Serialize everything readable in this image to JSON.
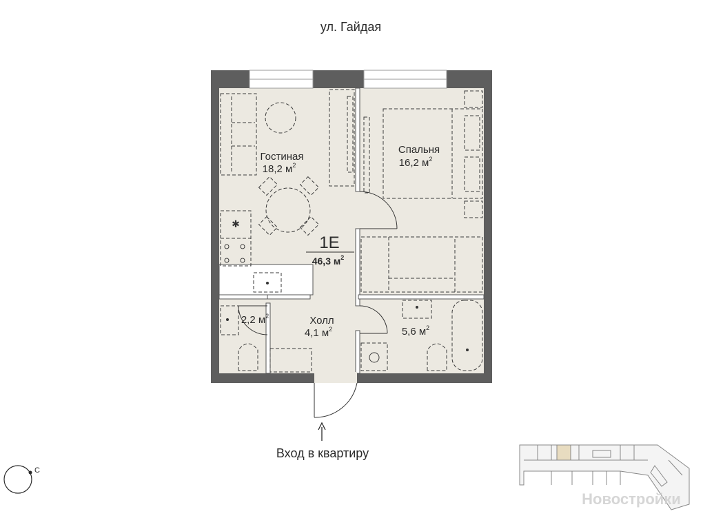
{
  "street": "ул. Гайдая",
  "apartment": {
    "code": "1E",
    "area_value": "46,3 м",
    "area_sup": "2"
  },
  "rooms": {
    "living": {
      "name": "Гостиная",
      "area": "18,2 м",
      "sup": "2"
    },
    "bedroom": {
      "name": "Спальня",
      "area": "16,2 м",
      "sup": "2"
    },
    "hall": {
      "name": "Холл",
      "area": "4,1 м",
      "sup": "2"
    },
    "wc": {
      "area": "2,2 м",
      "sup": "2"
    },
    "bath": {
      "area": "5,6 м",
      "sup": "2"
    }
  },
  "entrance_label": "Вход в квартиру",
  "compass_letter": "С",
  "watermark": "Новостройки",
  "colors": {
    "wall": "#5e5e5e",
    "floor": "#ece9e1",
    "highlight": "#e8dcc0",
    "text": "#2b2b2b"
  }
}
